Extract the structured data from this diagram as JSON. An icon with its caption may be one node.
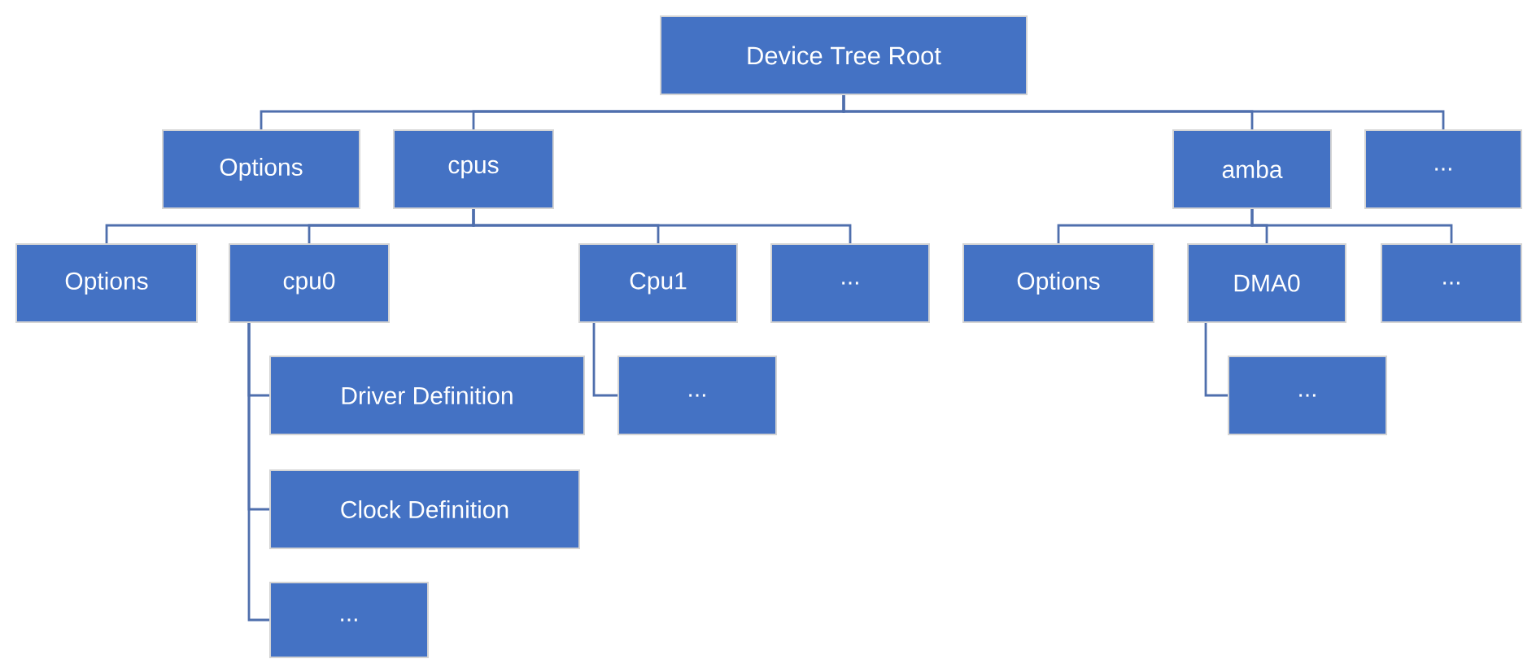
{
  "diagram": {
    "nodes": [
      {
        "text": [
          "Device Tree Root"
        ]
      },
      {
        "text": [
          "Options"
        ]
      },
      {
        "text": [
          "cpus"
        ]
      },
      {
        "text": [
          "amba"
        ]
      },
      {
        "text": [
          "..."
        ]
      },
      {
        "text": [
          "Options"
        ]
      },
      {
        "text": [
          "cpu0"
        ]
      },
      {
        "text": [
          "Cpu1"
        ]
      },
      {
        "text": [
          "..."
        ]
      },
      {
        "text": [
          "Options"
        ]
      },
      {
        "text": [
          "DMA0"
        ]
      },
      {
        "text": [
          "..."
        ]
      },
      {
        "text": [
          "Driver Definition"
        ]
      },
      {
        "text": [
          "..."
        ]
      },
      {
        "text": [
          "..."
        ]
      },
      {
        "text": [
          "Clock Definition"
        ]
      },
      {
        "text": [
          "..."
        ]
      }
    ],
    "edges": [
      {
        "from": 0,
        "to": 1,
        "arrow": "none"
      },
      {
        "from": 0,
        "to": 2,
        "arrow": "none"
      },
      {
        "from": 0,
        "to": 3,
        "arrow": "none"
      },
      {
        "from": 0,
        "to": 4,
        "arrow": "none"
      },
      {
        "from": 2,
        "to": 5,
        "arrow": "none"
      },
      {
        "from": 2,
        "to": 6,
        "arrow": "none"
      },
      {
        "from": 2,
        "to": 7,
        "arrow": "none"
      },
      {
        "from": 2,
        "to": 8,
        "arrow": "none"
      },
      {
        "from": 3,
        "to": 9,
        "arrow": "none"
      },
      {
        "from": 3,
        "to": 10,
        "arrow": "none"
      },
      {
        "from": 3,
        "to": 11,
        "arrow": "none"
      },
      {
        "from": 6,
        "to": 12,
        "arrow": "none"
      },
      {
        "from": 7,
        "to": 13,
        "arrow": "none"
      },
      {
        "from": 10,
        "to": 14,
        "arrow": "none"
      },
      {
        "from": 6,
        "to": 15,
        "arrow": "none"
      },
      {
        "from": 6,
        "to": 16,
        "arrow": "none"
      }
    ]
  }
}
